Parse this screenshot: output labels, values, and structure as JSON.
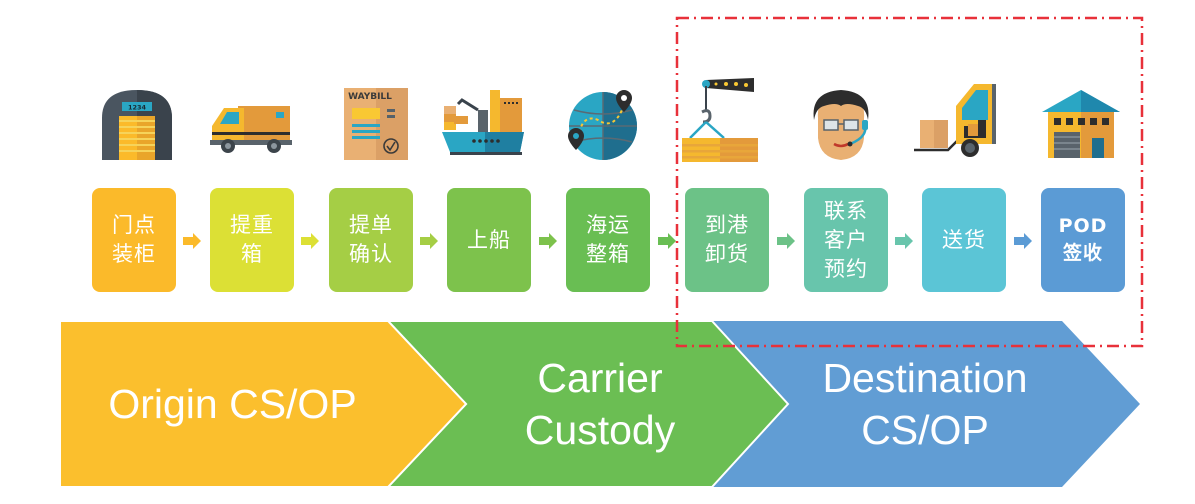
{
  "steps": [
    {
      "label": "门点\n装柜",
      "icon": "warehouse-door-icon",
      "color": "#FBBA2A"
    },
    {
      "label": "提重\n箱",
      "icon": "delivery-van-icon",
      "color": "#DCE035"
    },
    {
      "label": "提单\n确认",
      "icon": "waybill-document-icon",
      "color": "#A5CE45"
    },
    {
      "label": "上船",
      "icon": "cargo-ship-icon",
      "color": "#7DC24C"
    },
    {
      "label": "海运\n整箱",
      "icon": "globe-route-icon",
      "color": "#69BE53"
    },
    {
      "label": "到港\n卸货",
      "icon": "crane-hook-cargo-icon",
      "color": "#6CC287"
    },
    {
      "label": "联系\n客户\n预约",
      "icon": "customer-service-headset-icon",
      "color": "#68C5AC"
    },
    {
      "label": "送货",
      "icon": "forklift-icon",
      "color": "#5BC5D6"
    },
    {
      "label": "POD\n签收",
      "icon": "warehouse-building-icon",
      "color": "#5B9BD5"
    }
  ],
  "arrow_colors": [
    "#FBBA2A",
    "#DCE035",
    "#A5CE45",
    "#7DC24C",
    "#69BE53",
    "#6CC287",
    "#68C5AC",
    "#5B9BD5"
  ],
  "phases": [
    {
      "label": "Origin CS/OP",
      "color": "#FBBF2D"
    },
    {
      "label": "Carrier\nCustody",
      "color": "#6BBE53"
    },
    {
      "label": "Destination\nCS/OP",
      "color": "#619DD4"
    }
  ],
  "highlight": {
    "color": "#E8313A",
    "style": "dash-dot",
    "covers": [
      "到港卸货",
      "联系客户预约",
      "送货",
      "POD签收"
    ]
  },
  "waybill_text": "WAYBILL",
  "door_number": "1234"
}
